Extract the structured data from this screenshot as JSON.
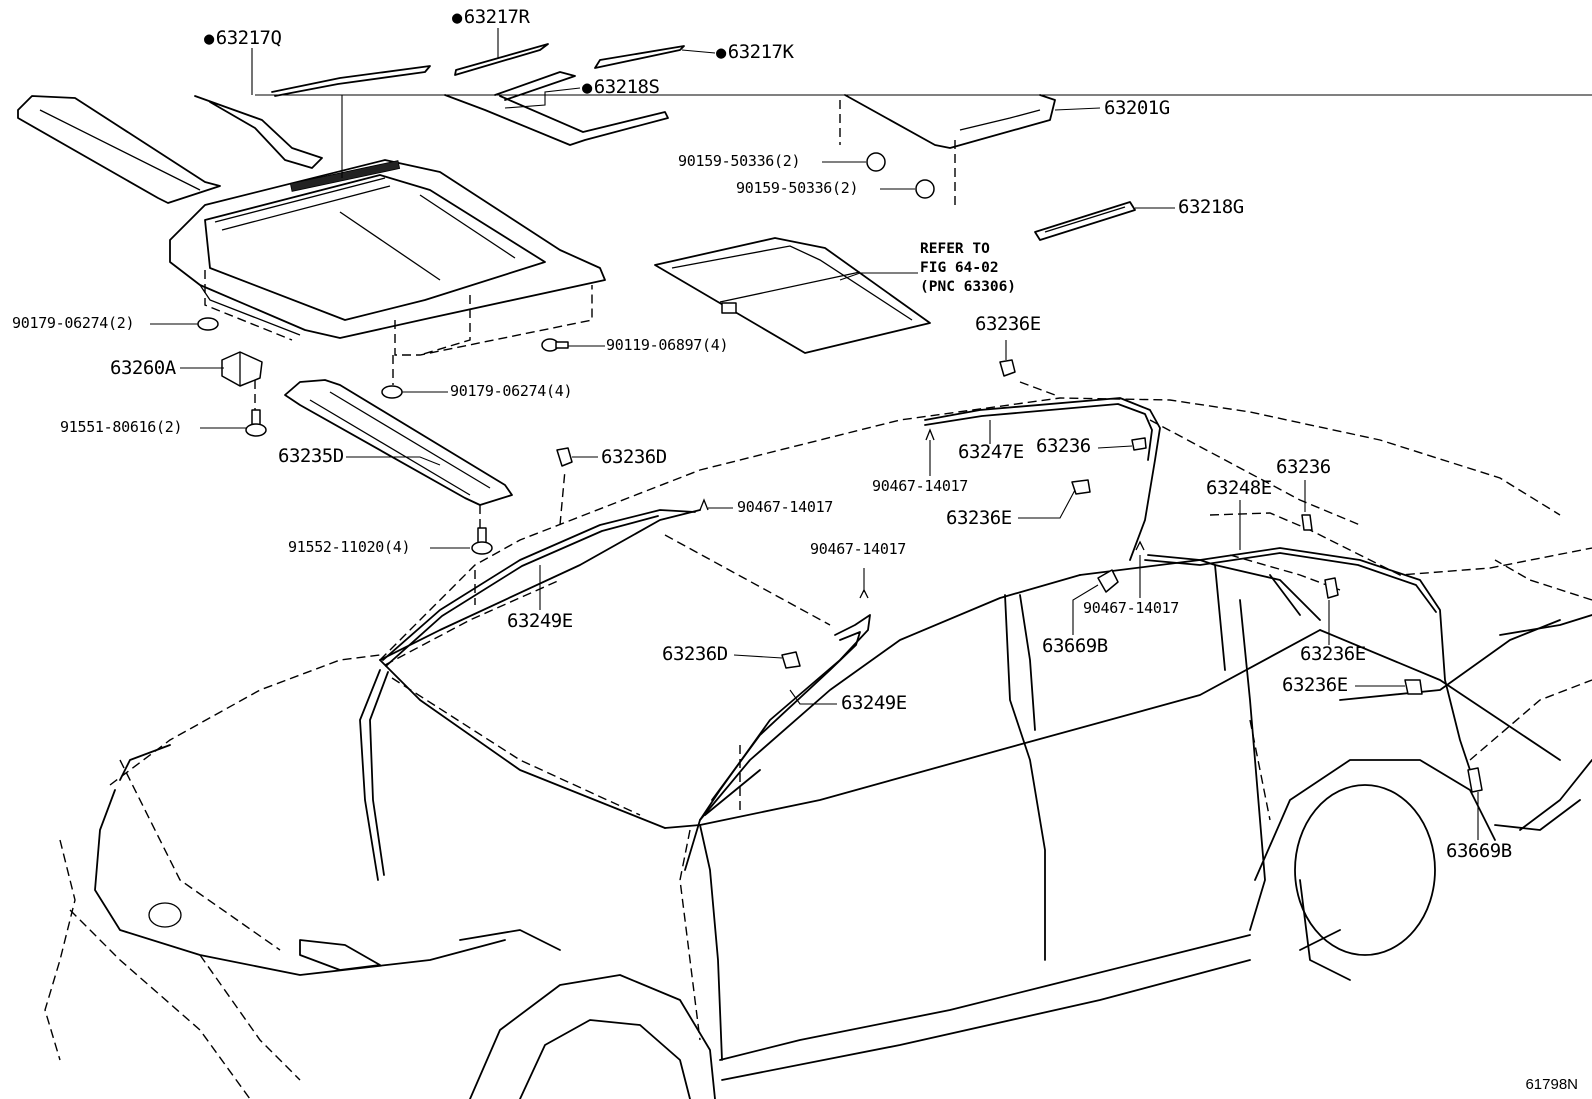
{
  "figure_number": "61798N",
  "refer_note": "REFER TO\nFIG 64-02\n(PNC 63306)",
  "parts": {
    "p63217Q": "63217Q",
    "p63217R": "63217R",
    "p63217K": "63217K",
    "p63218S": "63218S",
    "p63201G": "63201G",
    "p90159a": "90159-50336(2)",
    "p90159b": "90159-50336(2)",
    "p63218G": "63218G",
    "p90179a": "90179-06274(2)",
    "p90119": "90119-06897(4)",
    "p63260A": "63260A",
    "p90179b": "90179-06274(4)",
    "p91551": "91551-80616(2)",
    "p63235D": "63235D",
    "p63236D_a": "63236D",
    "p91552": "91552-11020(4)",
    "p90467_a": "90467-14017",
    "p63249E_a": "63249E",
    "p90467_b": "90467-14017",
    "p63236D_b": "63236D",
    "p63249E_b": "63249E",
    "p63236E_a": "63236E",
    "p63236_a": "63236",
    "p63247E": "63247E",
    "p90467_c": "90467-14017",
    "p63236E_b": "63236E",
    "p63248E": "63248E",
    "p63236_b": "63236",
    "p90467_d": "90467-14017",
    "p63669B_a": "63669B",
    "p63236E_c": "63236E",
    "p63236E_d": "63236E",
    "p63669B_b": "63669B"
  }
}
